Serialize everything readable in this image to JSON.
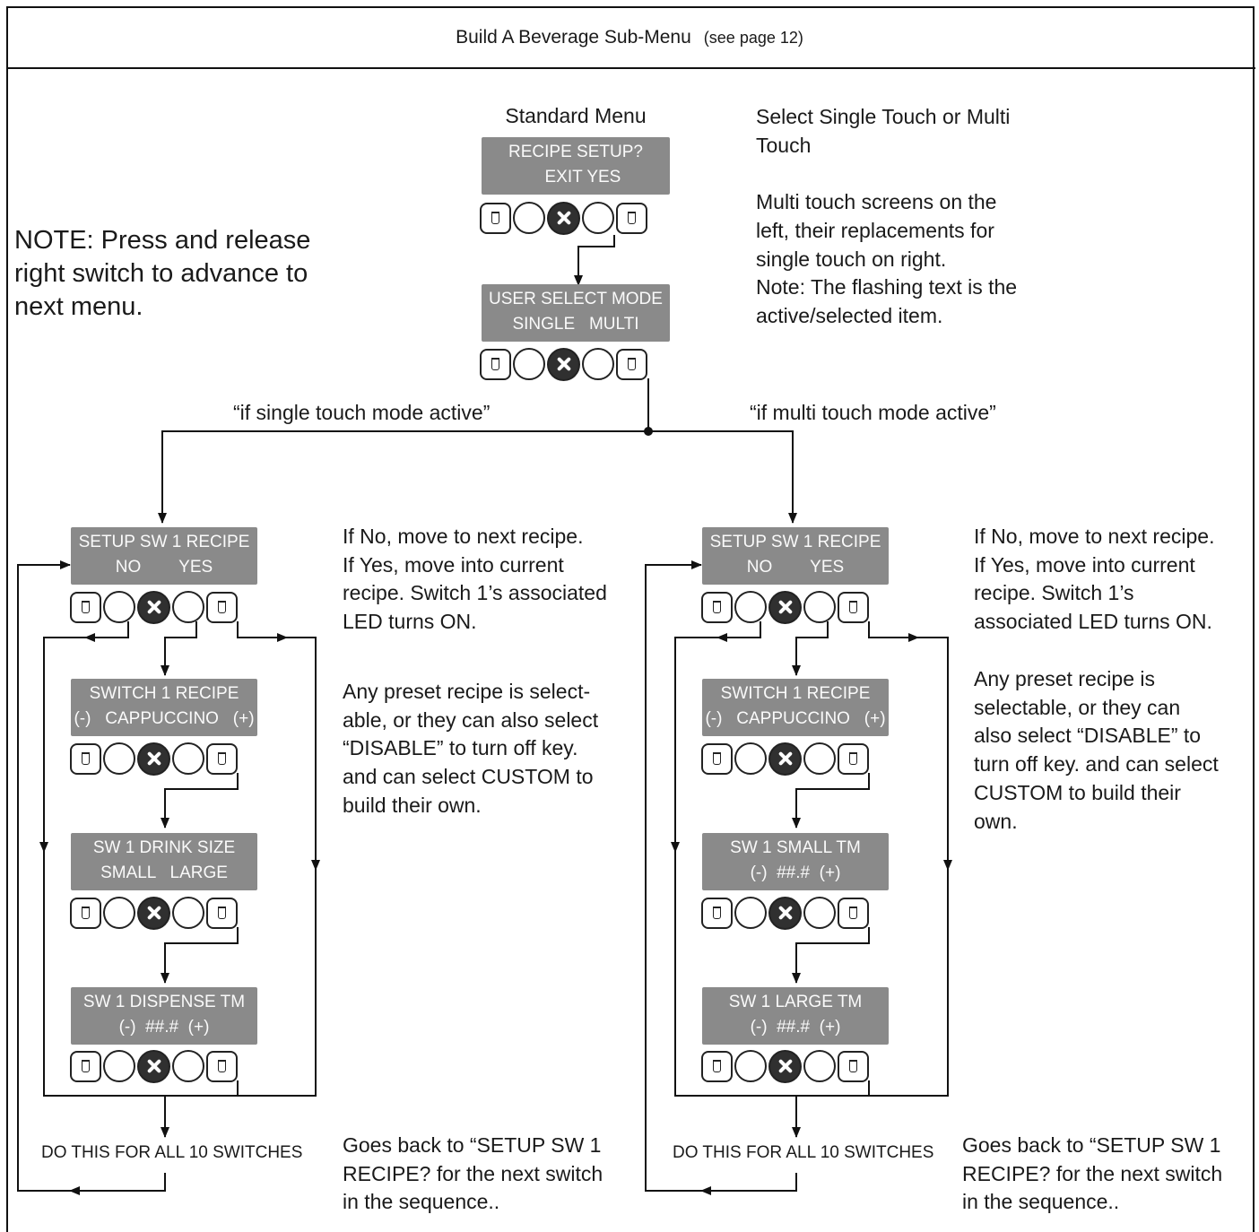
{
  "title": "Build A Beverage Sub-Menu",
  "title_ref": "(see page 12)",
  "standard_menu_label": "Standard Menu",
  "note_left": "NOTE: Press and release\nright switch to advance to\nnext menu.",
  "note_right": "Select Single Touch or Multi\nTouch\n\nMulti touch screens on the\nleft, their replacements for\nsingle touch on right.\nNote:  The flashing text is the\nactive/selected item.",
  "screens": {
    "recipe_setup": {
      "line1": "RECIPE SETUP?",
      "line2": "   EXIT YES"
    },
    "user_select": {
      "line1": "USER SELECT MODE",
      "line2": "SINGLE   MULTI"
    }
  },
  "branch_single_label": "“if single touch mode active”",
  "branch_multi_label": "“if multi touch mode active”",
  "single_column": {
    "screens": [
      {
        "line1": "SETUP SW 1 RECIPE",
        "line2": "NO        YES"
      },
      {
        "line1": "SWITCH 1 RECIPE",
        "line2": "(-)   CAPPUCCINO   (+)"
      },
      {
        "line1": "SW 1 DRINK SIZE",
        "line2": "SMALL   LARGE"
      },
      {
        "line1": "SW 1 DISPENSE TM",
        "line2": "(-)  ##.#  (+)"
      }
    ],
    "footer": "DO THIS FOR ALL 10 SWITCHES",
    "desc1": "If No, move to next recipe.\nIf Yes, move into current\nrecipe. Switch 1’s associated\nLED turns ON.",
    "desc2": "Any preset recipe is select-\nable, or they can also select\n“DISABLE” to turn off key.\nand can select CUSTOM to\nbuild their own.",
    "desc3": "Goes back to “SETUP SW 1\nRECIPE? for the next switch\nin the sequence.."
  },
  "multi_column": {
    "screens": [
      {
        "line1": "SETUP SW 1 RECIPE",
        "line2": "NO        YES"
      },
      {
        "line1": "SWITCH 1 RECIPE",
        "line2": "(-)   CAPPUCCINO   (+)"
      },
      {
        "line1": "SW 1 SMALL TM",
        "line2": "(-)  ##.#  (+)"
      },
      {
        "line1": "SW 1 LARGE TM",
        "line2": "(-)  ##.#  (+)"
      }
    ],
    "footer": "DO THIS FOR ALL 10 SWITCHES",
    "desc1": "If No, move to next recipe.\nIf Yes, move into current\nrecipe. Switch 1’s\nassociated LED turns ON.",
    "desc2": "Any preset recipe is\nselectable, or they can\nalso select “DISABLE” to\nturn off key. and can select\nCUSTOM to build their\nown.",
    "desc3": "Goes back to “SETUP SW 1\nRECIPE? for the next switch\nin the sequence.."
  }
}
